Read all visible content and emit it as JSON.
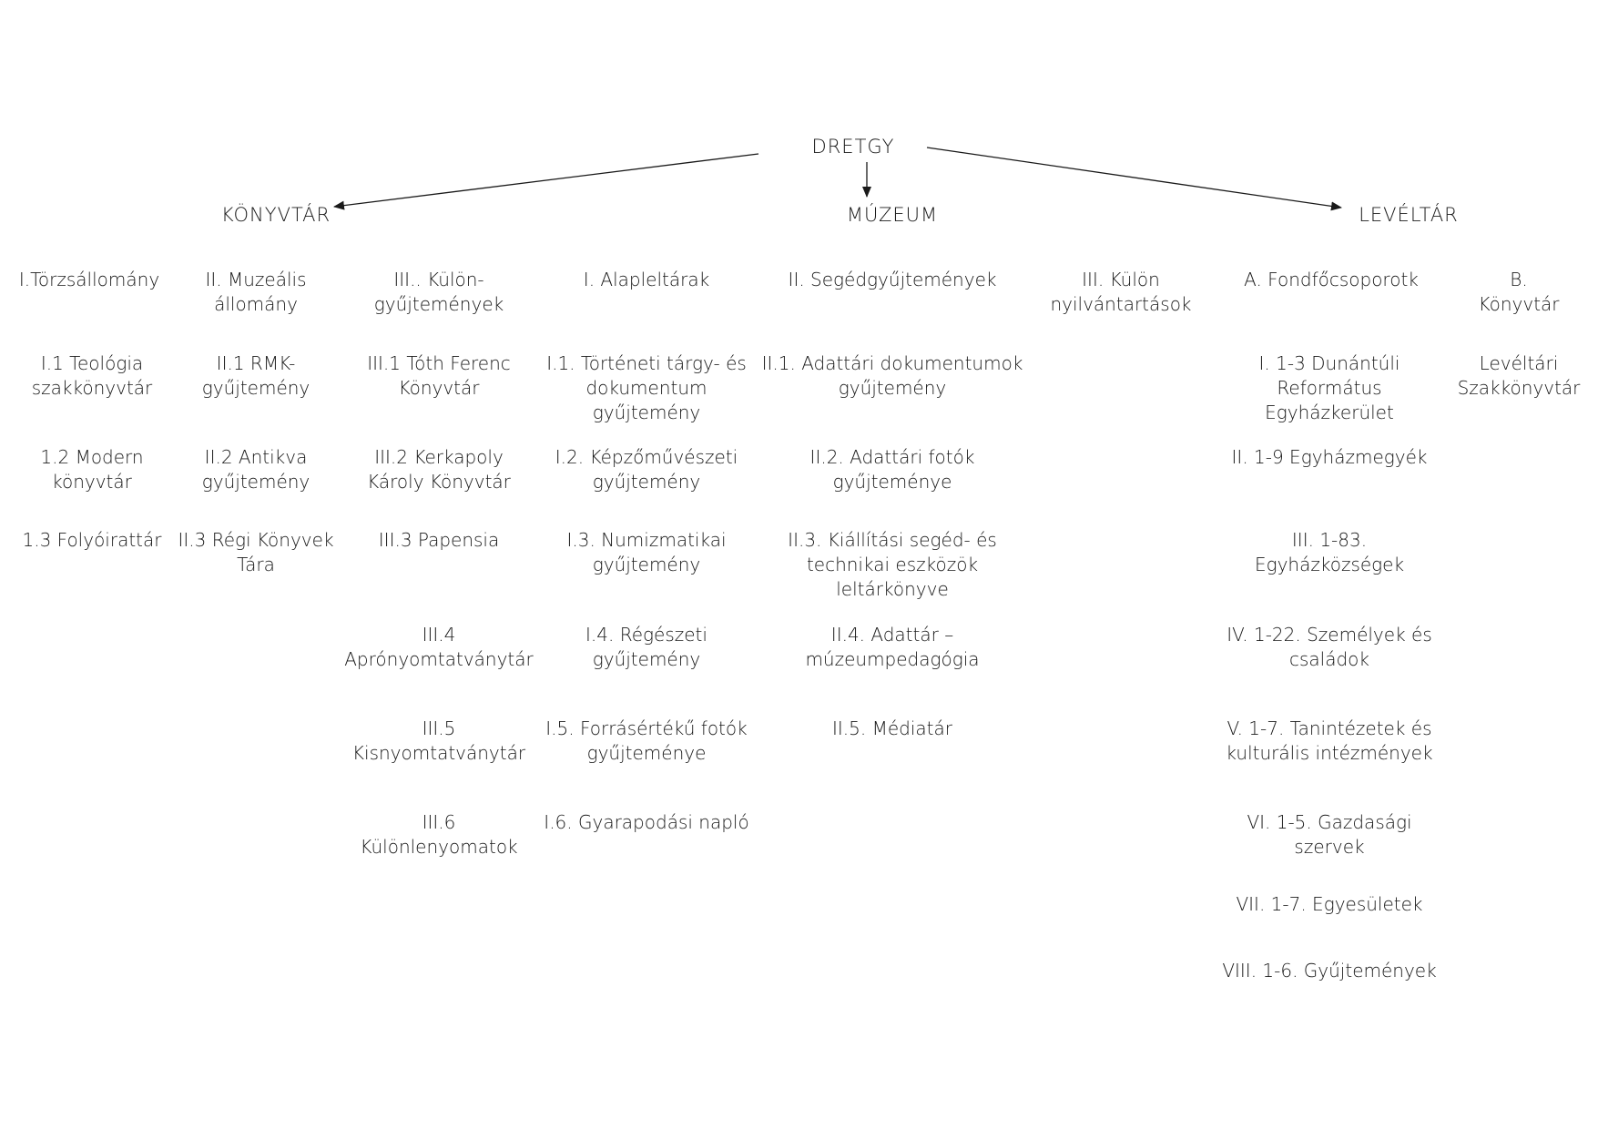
{
  "root": {
    "label": "DRETGY"
  },
  "branches": {
    "konyvtar": {
      "label": "KÖNYVTÁR"
    },
    "muzeum": {
      "label": "MÚZEUM"
    },
    "leveltar": {
      "label": "LEVÉLTÁR"
    }
  },
  "konyvtar": {
    "col1": {
      "header": "I.Törzsállomány",
      "items": [
        "I.1 Teológia\nszakkönyvtár",
        "1.2 Modern\nkönyvtár",
        "1.3 Folyóirattár"
      ]
    },
    "col2": {
      "header": "II. Muzeális\nállomány",
      "items": [
        "II.1 RMK-\ngyűjtemény",
        "II.2 Antikva\ngyűjtemény",
        "II.3 Régi Könyvek\nTára"
      ]
    },
    "col3": {
      "header": "III.. Külön-\ngyűjtemények",
      "items": [
        "III.1 Tóth Ferenc\nKönyvtár",
        "III.2 Kerkapoly\nKároly Könyvtár",
        "III.3 Papensia",
        "III.4\nAprónyomtatványtár",
        "III.5\nKisnyomtatványtár",
        "III.6\nKülönlenyomatok"
      ]
    }
  },
  "muzeum": {
    "col1": {
      "header": "I. Alapleltárak",
      "items": [
        "I.1. Történeti tárgy- és\ndokumentum\ngyűjtemény",
        "I.2. Képzőművészeti\ngyűjtemény",
        "I.3. Numizmatikai\ngyűjtemény",
        "I.4. Régészeti\ngyűjtemény",
        "I.5. Forrásértékű fotók\ngyűjteménye",
        "I.6. Gyarapodási napló"
      ]
    },
    "col2": {
      "header": "II. Segédgyűjtemények",
      "items": [
        "II.1. Adattári dokumentumok\ngyűjtemény",
        "II.2. Adattári fotók\ngyűjteménye",
        "II.3. Kiállítási segéd- és\ntechnikai eszközök\nleltárkönyve",
        "II.4. Adattár –\nmúzeumpedagógia",
        "II.5. Médiatár"
      ]
    },
    "col3": {
      "header": "III. Külön\nnyilvántartások",
      "items": []
    }
  },
  "leveltar": {
    "col1": {
      "header": "A. Fondfőcsoporotk",
      "items": [
        "I. 1-3 Dunántúli\nReformátus\nEgyházkerület",
        "II. 1-9 Egyházmegyék",
        "III. 1-83.\nEgyházközségek",
        "IV. 1-22. Személyek és\ncsaládok",
        "V. 1-7. Tanintézetek és\nkulturális intézmények",
        "VI. 1-5. Gazdasági\nszervek",
        "VII. 1-7. Egyesületek",
        "VIII. 1-6. Gyűjtemények"
      ]
    },
    "col2": {
      "header": "B. Könyvtár",
      "items": [
        "Levéltári\nSzakkönyvtár"
      ]
    }
  }
}
